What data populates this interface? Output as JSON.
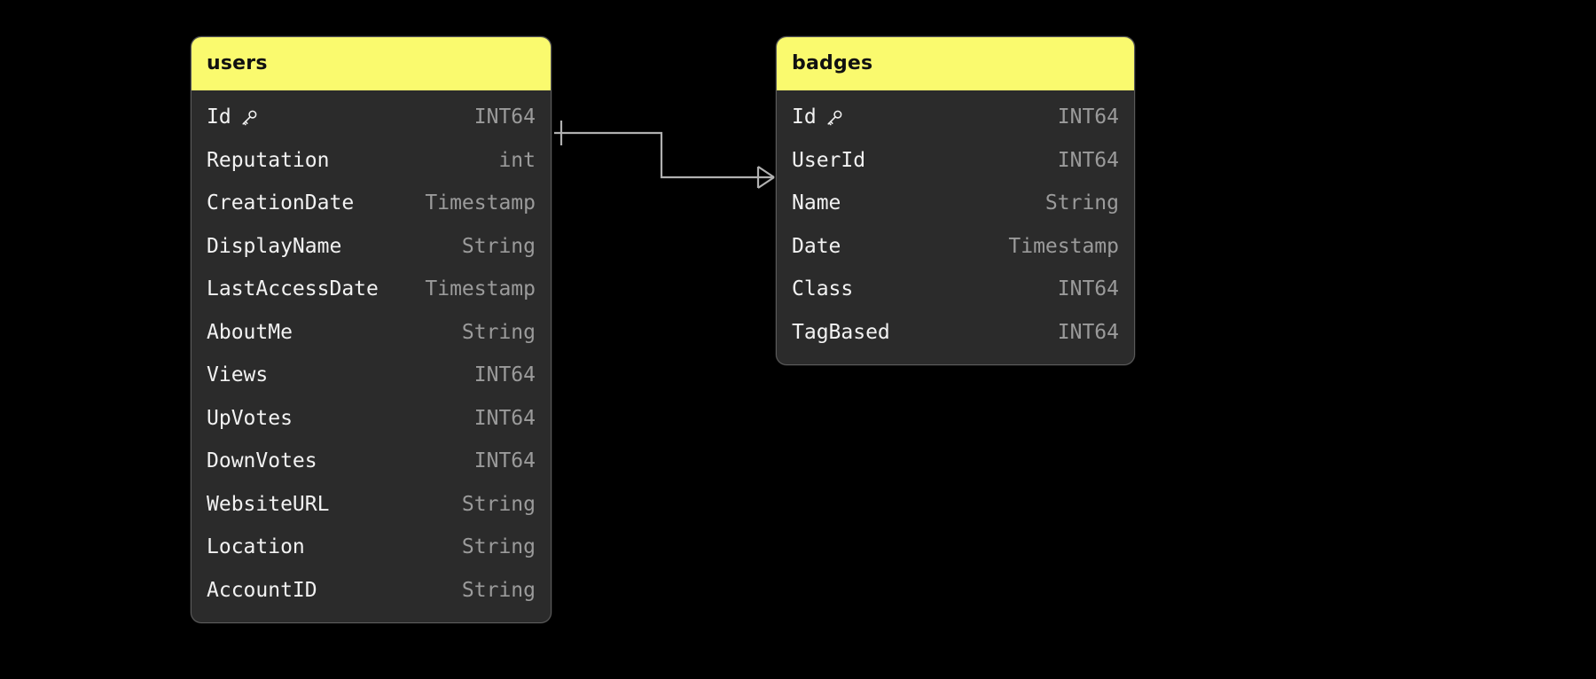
{
  "diagram": {
    "type": "entity-relationship-diagram",
    "background_color": "#000000",
    "header_color": "#fafa6e",
    "card_color": "#2b2b2b",
    "name_text_color": "#f2f2f2",
    "type_text_color": "#9b9b9b",
    "connector_color": "#b0b0b0"
  },
  "tables": [
    {
      "name": "users",
      "columns": [
        {
          "name": "Id",
          "type": "INT64",
          "key": true,
          "key_icon": "key-icon"
        },
        {
          "name": "Reputation",
          "type": "int",
          "key": false
        },
        {
          "name": "CreationDate",
          "type": "Timestamp",
          "key": false
        },
        {
          "name": "DisplayName",
          "type": "String",
          "key": false
        },
        {
          "name": "LastAccessDate",
          "type": "Timestamp",
          "key": false
        },
        {
          "name": "AboutMe",
          "type": "String",
          "key": false
        },
        {
          "name": "Views",
          "type": "INT64",
          "key": false
        },
        {
          "name": "UpVotes",
          "type": "INT64",
          "key": false
        },
        {
          "name": "DownVotes",
          "type": "INT64",
          "key": false
        },
        {
          "name": "WebsiteURL",
          "type": "String",
          "key": false
        },
        {
          "name": "Location",
          "type": "String",
          "key": false
        },
        {
          "name": "AccountID",
          "type": "String",
          "key": false
        }
      ]
    },
    {
      "name": "badges",
      "columns": [
        {
          "name": "Id",
          "type": "INT64",
          "key": true,
          "key_icon": "key-icon"
        },
        {
          "name": "UserId",
          "type": "INT64",
          "key": false
        },
        {
          "name": "Name",
          "type": "String",
          "key": false
        },
        {
          "name": "Date",
          "type": "Timestamp",
          "key": false
        },
        {
          "name": "Class",
          "type": "INT64",
          "key": false
        },
        {
          "name": "TagBased",
          "type": "INT64",
          "key": false
        }
      ]
    }
  ],
  "relationships": [
    {
      "from_table": "users",
      "from_column": "Id",
      "from_cardinality": "one",
      "to_table": "badges",
      "to_column": "UserId",
      "to_cardinality": "many",
      "notation": "crows-foot"
    }
  ]
}
